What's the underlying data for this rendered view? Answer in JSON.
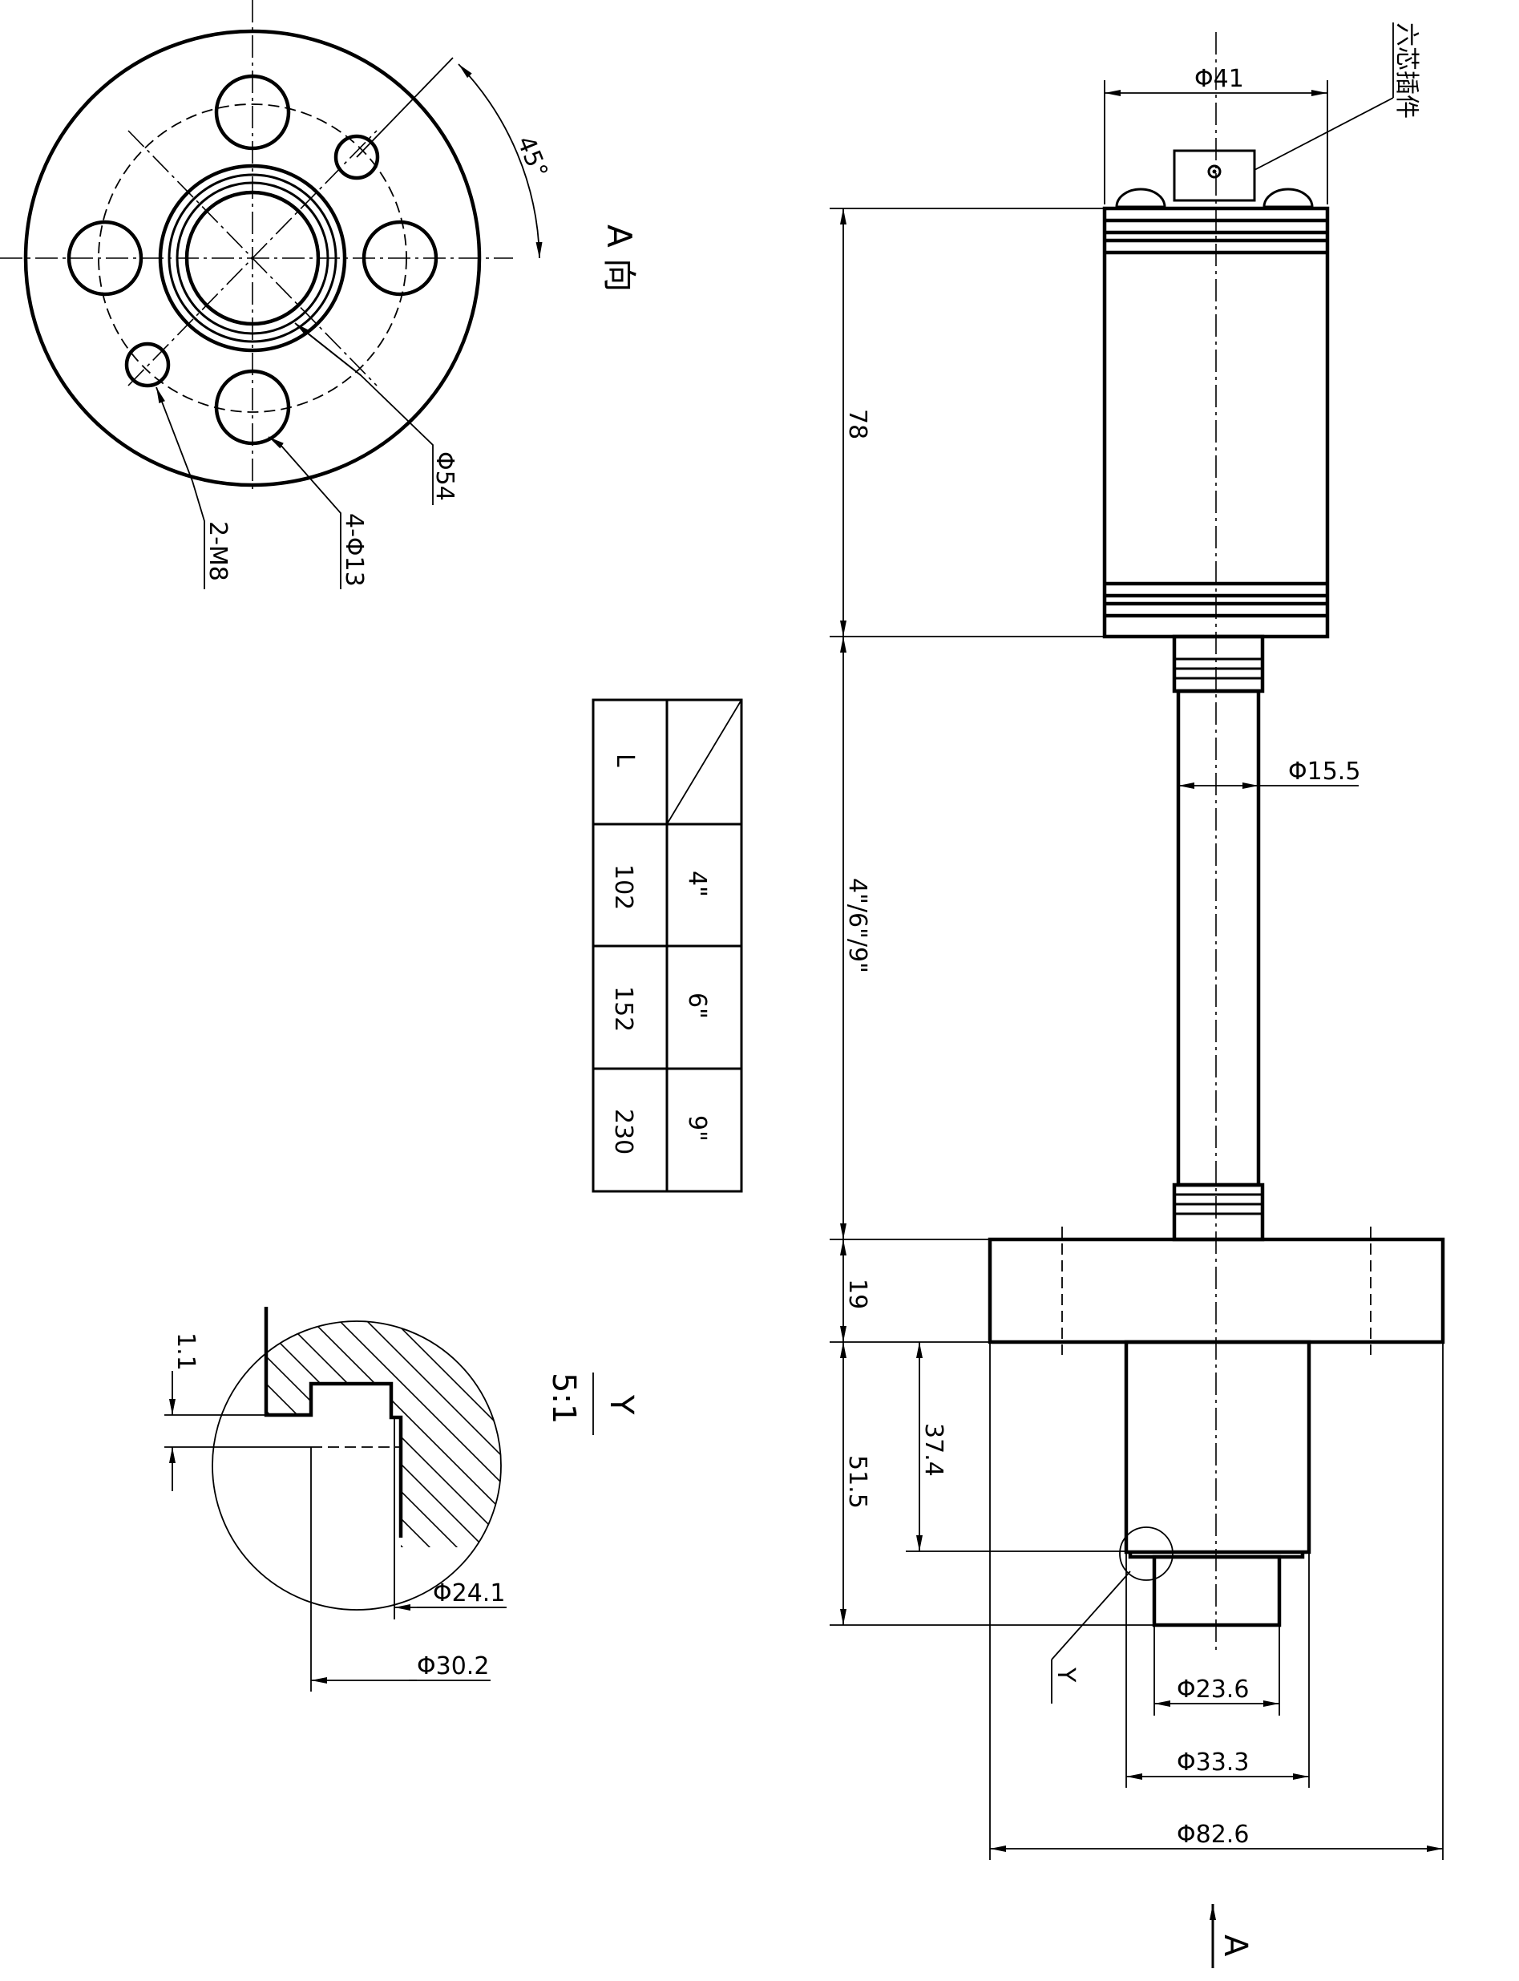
{
  "view_a": {
    "title": "A 向",
    "angle": "45°",
    "bolt_circle_dim": "Φ54",
    "threaded_holes_dim": "2-M8",
    "through_holes_dim": "4-Φ13"
  },
  "front_view": {
    "top_dia": "Φ41",
    "connector_label": "六芯插件",
    "height_housing": "78",
    "stem_length": "4\"/6\"/9\"",
    "stem_dia": "Φ15.5",
    "flange_thickness": "19",
    "lower_length": "51.5",
    "lower_depth": "37.4",
    "detail_marker": "Y",
    "dia_tip": "Φ23.6",
    "dia_lower": "Φ33.3",
    "dia_flange": "Φ82.6",
    "view_arrow_label": "A"
  },
  "length_table": {
    "header_left": "L",
    "header_right": "",
    "rows": [
      {
        "mm": "102",
        "inch": "4\""
      },
      {
        "mm": "152",
        "inch": "6\""
      },
      {
        "mm": "230",
        "inch": "9\""
      }
    ]
  },
  "detail_y": {
    "label": "Y",
    "scale": "5:1",
    "step_dim": "1.1",
    "inner_dia": "Φ24.1",
    "outer_dia": "Φ30.2"
  }
}
